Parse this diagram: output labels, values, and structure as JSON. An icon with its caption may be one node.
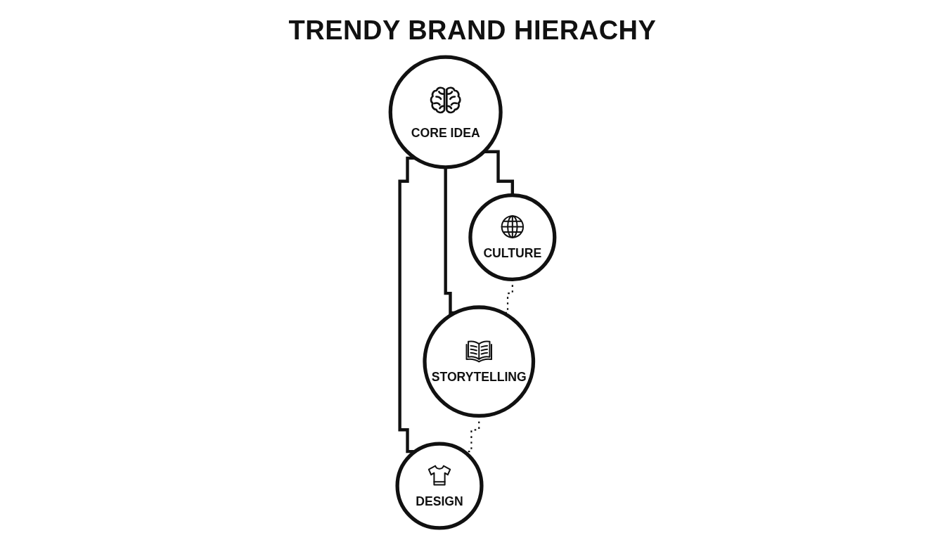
{
  "diagram": {
    "title": "TRENDY BRAND HIERACHY",
    "nodes": [
      {
        "text": [
          "CORE IDEA"
        ]
      },
      {
        "text": [
          "CULTURE"
        ]
      },
      {
        "text": [
          "STORYTELLING"
        ]
      },
      {
        "text": [
          "DESIGN"
        ]
      }
    ],
    "edges": [
      {
        "from": 0,
        "to": 1,
        "arrow": "none"
      },
      {
        "from": 0,
        "to": 2,
        "arrow": "none"
      },
      {
        "from": 0,
        "to": 3,
        "arrow": "none"
      },
      {
        "from": 1,
        "to": 2,
        "arrow": "none",
        "style": "dashed"
      },
      {
        "from": 2,
        "to": 3,
        "arrow": "none",
        "style": "dashed"
      }
    ]
  }
}
